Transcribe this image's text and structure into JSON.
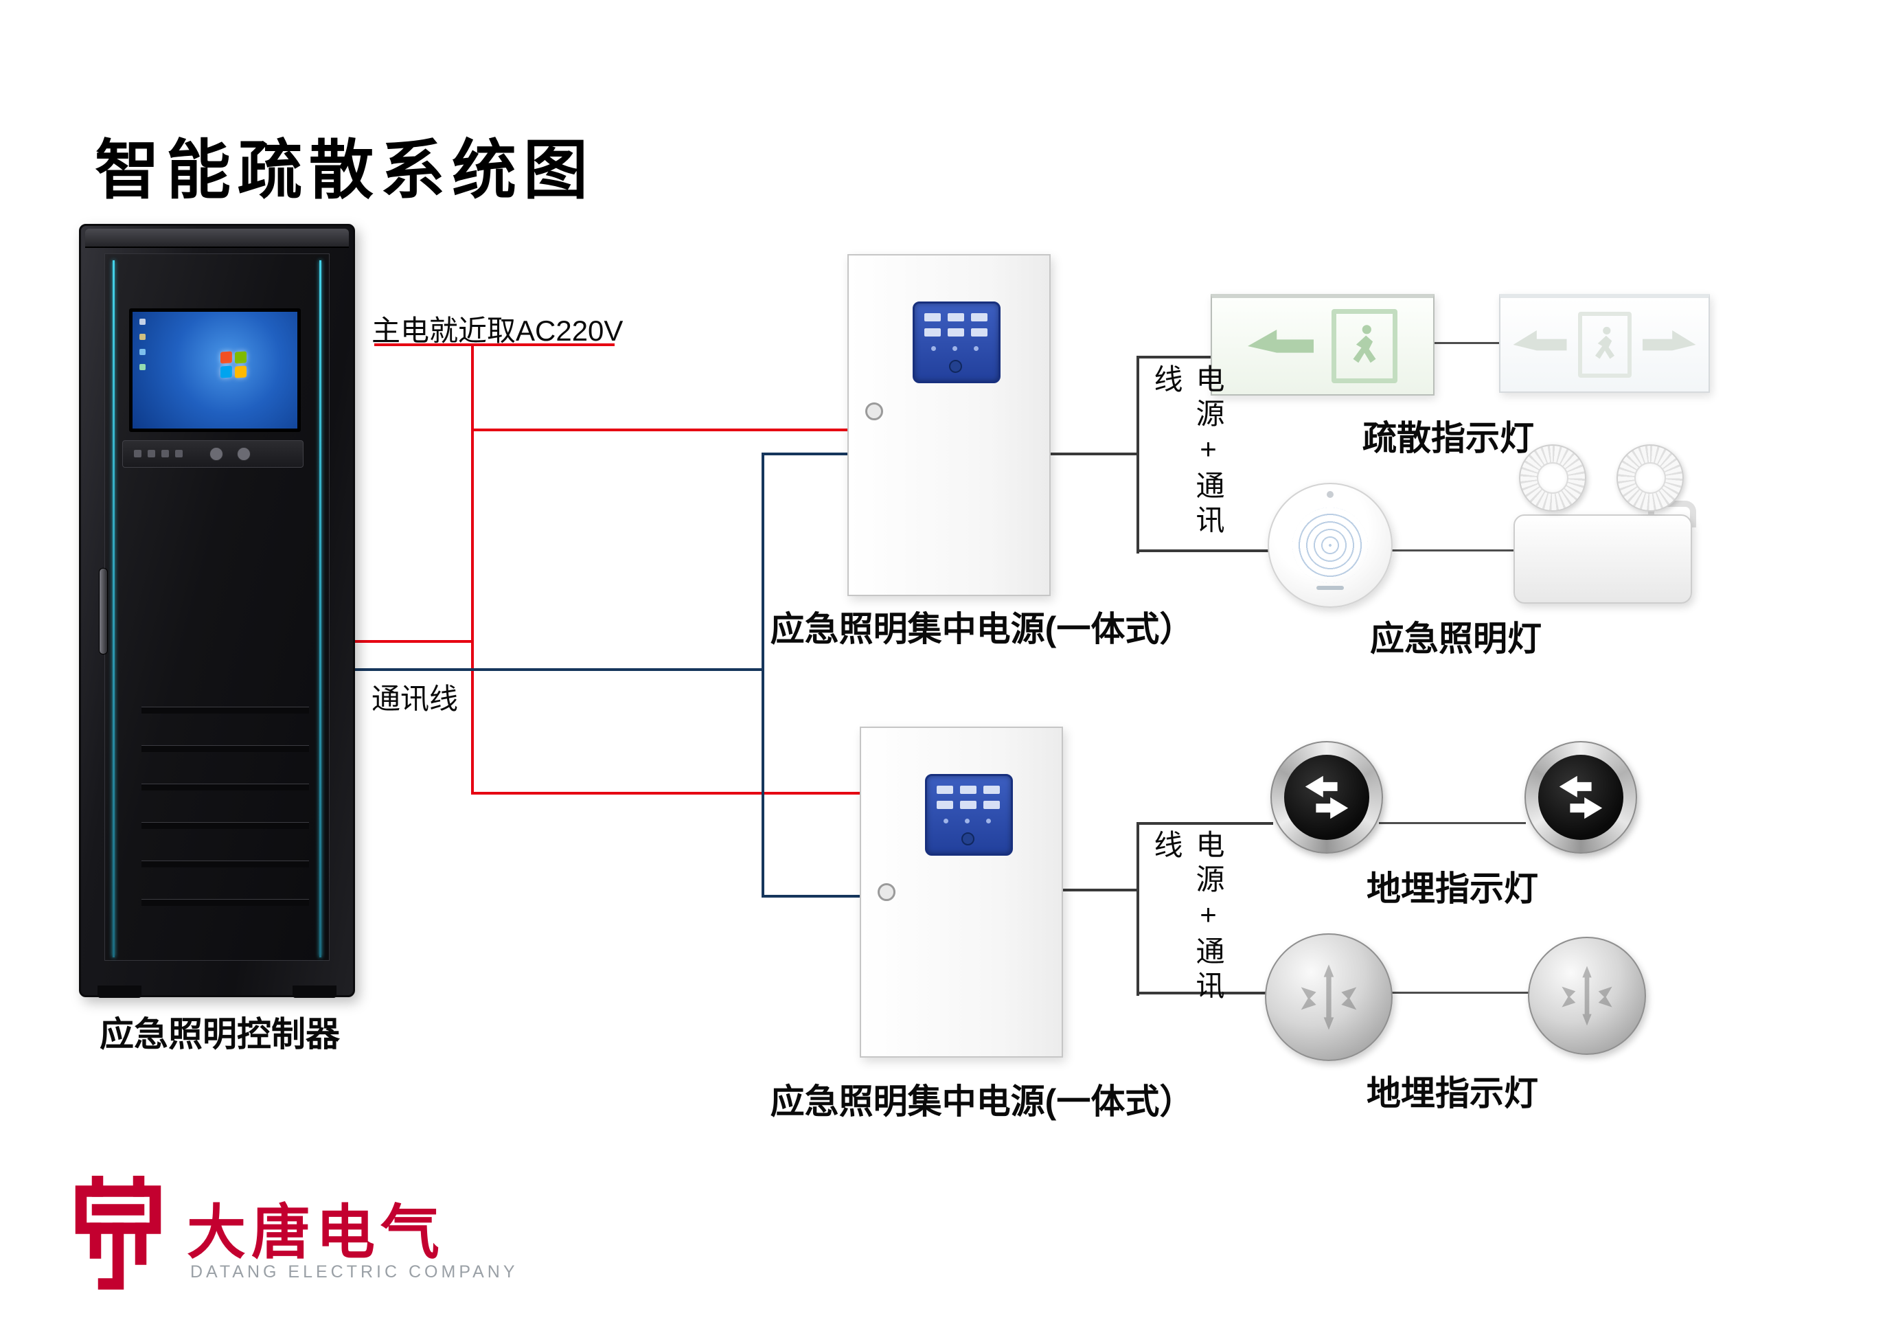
{
  "title": "智能疏散系统图",
  "cabinet": {
    "label": "应急照明控制器"
  },
  "labels": {
    "main_power": "主电就近取AC220V",
    "comm_line": "通讯线",
    "power_comm_vertical_1": "电源+通讯线",
    "power_comm_vertical_2": "电源+通讯线",
    "power_box_1": "应急照明集中电源(一体式）",
    "power_box_2": "应急照明集中电源(一体式）",
    "exit_sign": "疏散指示灯",
    "emergency_lamp": "应急照明灯",
    "buried_light_1": "地埋指示灯",
    "buried_light_2": "地埋指示灯"
  },
  "logo": {
    "company_cn": "大唐电气",
    "company_en": "DATANG ELECTRIC COMPANY"
  },
  "colors": {
    "power_wire": "#e60012",
    "comm_wire": "#16365c",
    "bracket_wire": "#3a3a3a",
    "logo_red": "#c3002f",
    "panel_blue": "#2c4ba0",
    "screen_blue": "#2060c0",
    "accent_cyan": "#39c2d7"
  },
  "icons": {
    "windows_logo": "windows-flag",
    "running_man": "running-man",
    "exit_arrows": "left-right-arrows",
    "buried_arrows": "double-swap-arrows"
  }
}
